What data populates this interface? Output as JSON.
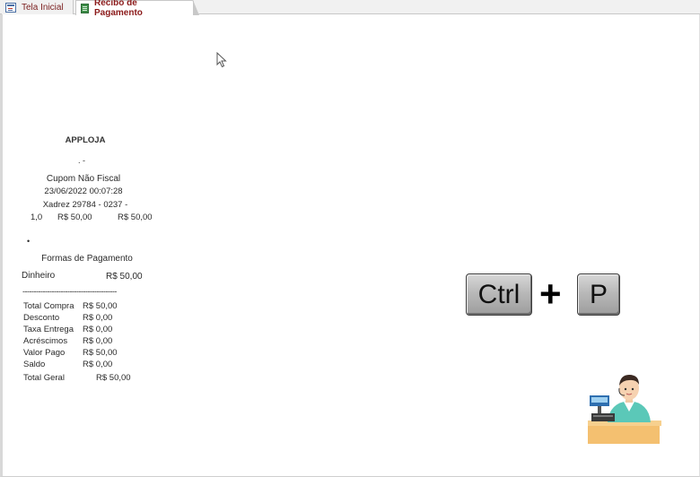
{
  "tabs": [
    {
      "label": "Tela Inicial",
      "icon": "form-icon",
      "active": false
    },
    {
      "label": "Recibo de Pagamento",
      "icon": "report-icon",
      "active": true
    }
  ],
  "receipt": {
    "company": "APPLOJA",
    "line_dots": ". -",
    "cupom_title": "Cupom Não Fiscal",
    "datetime": "23/06/2022 00:07:28",
    "item": {
      "description": "Xadrez 29784 - 0237 -",
      "quantity": "1,0",
      "unit_price": "R$ 50,00",
      "total": "R$ 50,00"
    },
    "bullet": "•",
    "payment_heading": "Formas de Pagamento",
    "payments": [
      {
        "method": "Dinheiro",
        "value": "R$ 50,00"
      }
    ],
    "separator": "------------------------------------------",
    "totals": [
      {
        "label": "Total Compra",
        "value": "R$ 50,00"
      },
      {
        "label": "Desconto",
        "value": "R$ 0,00"
      },
      {
        "label": "Taxa Entrega",
        "value": "R$ 0,00"
      },
      {
        "label": "Acréscimos",
        "value": "R$ 0,00"
      },
      {
        "label": "Valor Pago",
        "value": "R$ 50,00"
      },
      {
        "label": "Saldo",
        "value": "R$ 0,00"
      }
    ],
    "grand_total": {
      "label": "Total Geral",
      "value": "R$ 50,00"
    }
  },
  "shortcut": {
    "key1": "Ctrl",
    "plus": "+",
    "key2": "P"
  },
  "icons": {
    "cashier": "cashier-illustration-icon",
    "cursor": "mouse-pointer-icon"
  }
}
